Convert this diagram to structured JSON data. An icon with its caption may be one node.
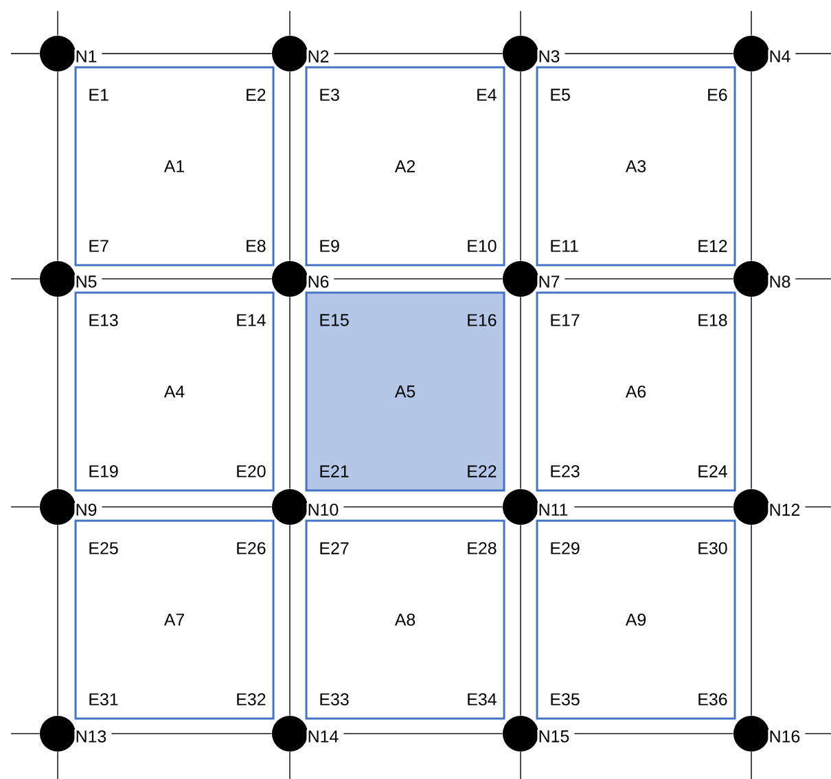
{
  "diagram": {
    "nodes": [
      {
        "text": [],
        "shape": "circle",
        "beside": [
          "N1"
        ]
      },
      {
        "text": [],
        "shape": "circle",
        "beside": [
          "N2"
        ]
      },
      {
        "text": [],
        "shape": "circle",
        "beside": [
          "N3"
        ]
      },
      {
        "text": [],
        "shape": "circle",
        "beside": [
          "N4"
        ]
      },
      {
        "text": [],
        "shape": "circle",
        "beside": [
          "N5"
        ]
      },
      {
        "text": [],
        "shape": "circle",
        "beside": [
          "N6"
        ]
      },
      {
        "text": [],
        "shape": "circle",
        "beside": [
          "N7"
        ]
      },
      {
        "text": [],
        "shape": "circle",
        "beside": [
          "N8"
        ]
      },
      {
        "text": [],
        "shape": "circle",
        "beside": [
          "N9"
        ]
      },
      {
        "text": [],
        "shape": "circle",
        "beside": [
          "N10"
        ]
      },
      {
        "text": [],
        "shape": "circle",
        "beside": [
          "N11"
        ]
      },
      {
        "text": [],
        "shape": "circle",
        "beside": [
          "N12"
        ]
      },
      {
        "text": [],
        "shape": "circle",
        "beside": [
          "N13"
        ]
      },
      {
        "text": [],
        "shape": "circle",
        "beside": [
          "N14"
        ]
      },
      {
        "text": [],
        "shape": "circle",
        "beside": [
          "N15"
        ]
      },
      {
        "text": [],
        "shape": "circle",
        "beside": [
          "N16"
        ]
      },
      {
        "text": [
          "E1",
          "E2",
          "A1",
          "E7",
          "E8"
        ]
      },
      {
        "text": [
          "E3",
          "E4",
          "A2",
          "E9",
          "E10"
        ]
      },
      {
        "text": [
          "E5",
          "E6",
          "A3",
          "E11",
          "E12"
        ]
      },
      {
        "text": [
          "E13",
          "E14",
          "A4",
          "E19",
          "E20"
        ]
      },
      {
        "text": [
          "E15",
          "E16",
          "A5",
          "E21",
          "E22"
        ]
      },
      {
        "text": [
          "E17",
          "E18",
          "A6",
          "E23",
          "E24"
        ]
      },
      {
        "text": [
          "E25",
          "E26",
          "A7",
          "E31",
          "E32"
        ]
      },
      {
        "text": [
          "E27",
          "E28",
          "A8",
          "E33",
          "E34"
        ]
      },
      {
        "text": [
          "E29",
          "E30",
          "A9",
          "E35",
          "E36"
        ]
      }
    ],
    "edges": [
      {
        "from": 0,
        "to": 1,
        "arrow": "none"
      },
      {
        "from": 1,
        "to": 2,
        "arrow": "none"
      },
      {
        "from": 2,
        "to": 3,
        "arrow": "none"
      },
      {
        "from": 4,
        "to": 5,
        "arrow": "none"
      },
      {
        "from": 5,
        "to": 6,
        "arrow": "none"
      },
      {
        "from": 6,
        "to": 7,
        "arrow": "none"
      },
      {
        "from": 8,
        "to": 9,
        "arrow": "none"
      },
      {
        "from": 9,
        "to": 10,
        "arrow": "none"
      },
      {
        "from": 10,
        "to": 11,
        "arrow": "none"
      },
      {
        "from": 12,
        "to": 13,
        "arrow": "none"
      },
      {
        "from": 13,
        "to": 14,
        "arrow": "none"
      },
      {
        "from": 14,
        "to": 15,
        "arrow": "none"
      },
      {
        "from": 0,
        "to": 4,
        "arrow": "none"
      },
      {
        "from": 4,
        "to": 8,
        "arrow": "none"
      },
      {
        "from": 8,
        "to": 12,
        "arrow": "none"
      },
      {
        "from": 1,
        "to": 5,
        "arrow": "none"
      },
      {
        "from": 5,
        "to": 9,
        "arrow": "none"
      },
      {
        "from": 9,
        "to": 13,
        "arrow": "none"
      },
      {
        "from": 2,
        "to": 6,
        "arrow": "none"
      },
      {
        "from": 6,
        "to": 10,
        "arrow": "none"
      },
      {
        "from": 10,
        "to": 14,
        "arrow": "none"
      },
      {
        "from": 3,
        "to": 7,
        "arrow": "none"
      },
      {
        "from": 7,
        "to": 11,
        "arrow": "none"
      },
      {
        "from": 11,
        "to": 15,
        "arrow": "none"
      },
      {
        "from": 0,
        "to": null,
        "arrow": "none"
      },
      {
        "from": 1,
        "to": null,
        "arrow": "none"
      },
      {
        "from": 2,
        "to": null,
        "arrow": "none"
      },
      {
        "from": 3,
        "to": null,
        "arrow": "none"
      },
      {
        "from": 0,
        "to": null,
        "arrow": "none"
      },
      {
        "from": 4,
        "to": null,
        "arrow": "none"
      },
      {
        "from": 8,
        "to": null,
        "arrow": "none"
      },
      {
        "from": 12,
        "to": null,
        "arrow": "none"
      },
      {
        "from": 3,
        "to": null,
        "arrow": "none"
      },
      {
        "from": 7,
        "to": null,
        "arrow": "none"
      },
      {
        "from": 11,
        "to": null,
        "arrow": "none"
      },
      {
        "from": 15,
        "to": null,
        "arrow": "none"
      },
      {
        "from": 12,
        "to": null,
        "arrow": "none"
      },
      {
        "from": 13,
        "to": null,
        "arrow": "none"
      },
      {
        "from": 14,
        "to": null,
        "arrow": "none"
      },
      {
        "from": 15,
        "to": null,
        "arrow": "none"
      }
    ]
  }
}
